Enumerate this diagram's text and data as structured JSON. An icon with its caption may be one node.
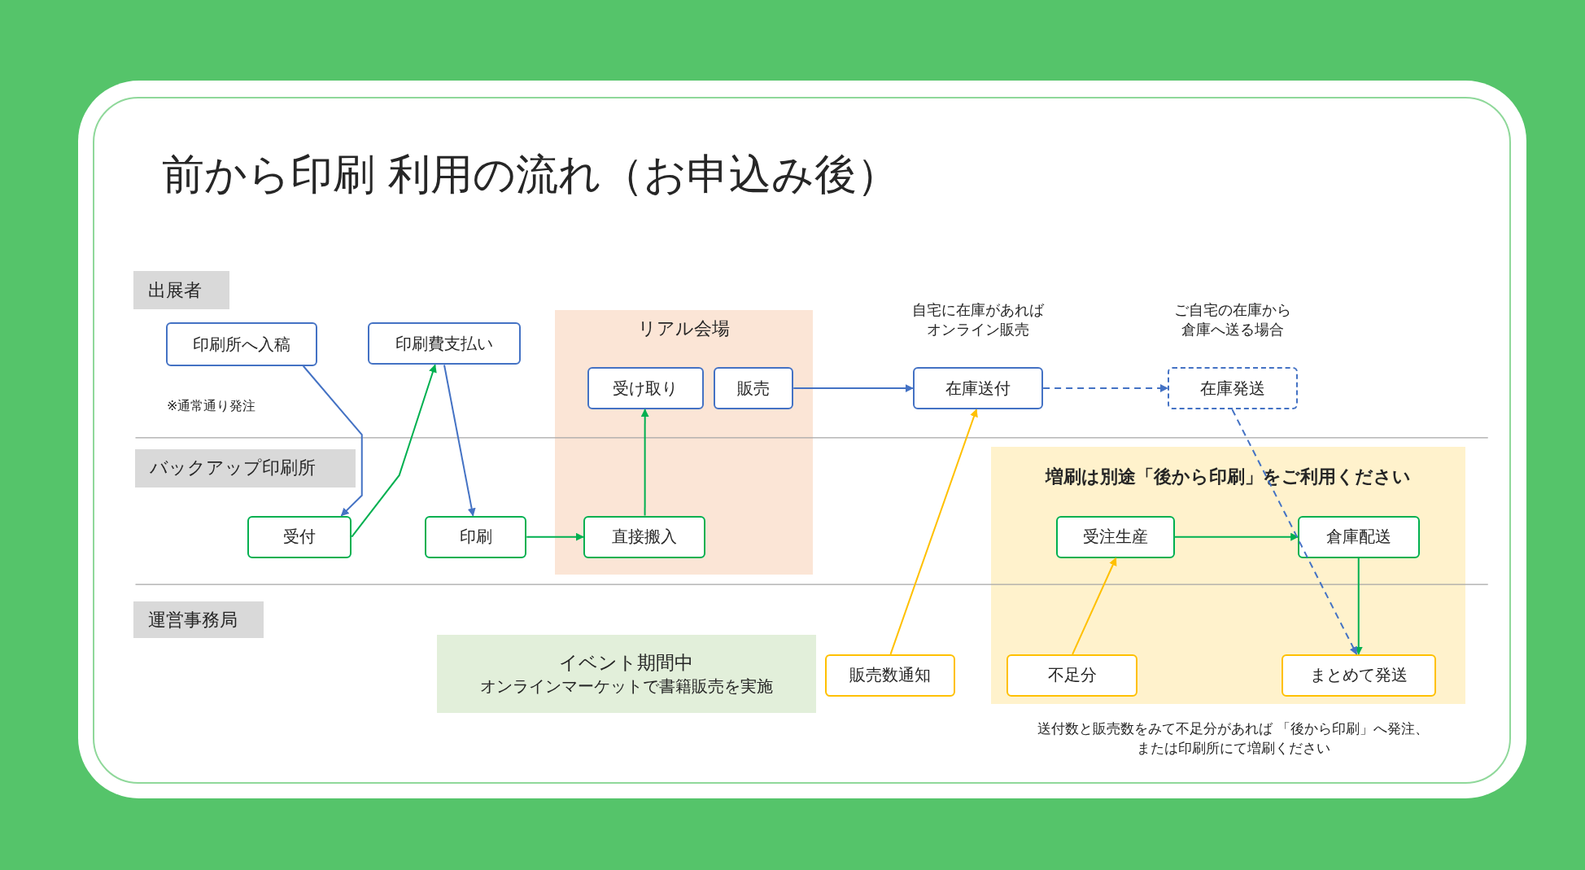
{
  "diagram": {
    "title": "前から印刷 利用の流れ（お申込み後）",
    "nodes": [
      {
        "text": [
          "出展者"
        ]
      },
      {
        "text": [
          "バックアップ印刷所"
        ]
      },
      {
        "text": [
          "運営事務局"
        ]
      },
      {
        "text": [
          "印刷所へ入稿"
        ]
      },
      {
        "text": [
          "印刷費支払い"
        ]
      },
      {
        "text": [
          "リアル会場"
        ]
      },
      {
        "text": [
          "受け取り"
        ],
        "in": 5
      },
      {
        "text": [
          "販売"
        ],
        "in": 5
      },
      {
        "text": [
          "在庫送付"
        ],
        "beside": [
          "自宅に在庫があればオンライン販売"
        ]
      },
      {
        "text": [
          "在庫発送"
        ],
        "beside": [
          "ご自宅の在庫から倉庫へ送る場合"
        ]
      },
      {
        "text": [
          "増刷は別途「後から印刷」をご利用ください"
        ]
      },
      {
        "text": [
          "受付"
        ]
      },
      {
        "text": [
          "印刷"
        ]
      },
      {
        "text": [
          "直接搬入"
        ],
        "in": 5
      },
      {
        "text": [
          "受注生産"
        ],
        "in": 10
      },
      {
        "text": [
          "倉庫配送"
        ],
        "in": 10
      },
      {
        "text": [
          "イベント期間中",
          "オンラインマーケットで書籍販売を実施"
        ]
      },
      {
        "text": [
          "販売数通知"
        ]
      },
      {
        "text": [
          "不足分"
        ],
        "in": 10
      },
      {
        "text": [
          "まとめて発送"
        ],
        "in": 10
      }
    ],
    "edges": [
      {
        "from": 3,
        "to": 11,
        "arrow": "to",
        "color": "#4472c4"
      },
      {
        "from": 11,
        "to": 4,
        "arrow": "to",
        "color": "#00b050"
      },
      {
        "from": 4,
        "to": 12,
        "arrow": "to",
        "color": "#4472c4"
      },
      {
        "from": 12,
        "to": 13,
        "arrow": "to",
        "color": "#00b050"
      },
      {
        "from": 13,
        "to": 6,
        "arrow": "to",
        "color": "#00b050"
      },
      {
        "from": 7,
        "to": 8,
        "arrow": "to",
        "color": "#4472c4"
      },
      {
        "from": 8,
        "to": 9,
        "arrow": "to",
        "style": "dashed",
        "color": "#4472c4"
      },
      {
        "from": 17,
        "to": 8,
        "arrow": "to",
        "color": "#ffc000"
      },
      {
        "from": 14,
        "to": 15,
        "arrow": "to",
        "color": "#00b050"
      },
      {
        "from": 18,
        "to": 14,
        "arrow": "to",
        "color": "#ffc000"
      },
      {
        "from": 15,
        "to": 19,
        "arrow": "to",
        "color": "#00b050"
      },
      {
        "from": 9,
        "to": 19,
        "arrow": "to",
        "style": "dashed",
        "color": "#4472c4"
      }
    ],
    "labels": [
      "※通常通り発注",
      "送付数と販売数をみて不足分があれば 「後から印刷」へ発注、または印刷所にて増刷ください"
    ]
  }
}
